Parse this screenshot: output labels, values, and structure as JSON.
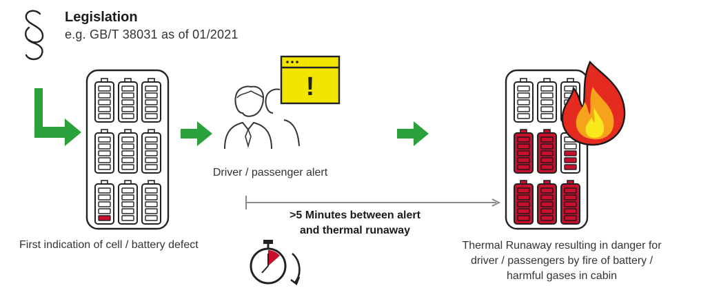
{
  "legislation": {
    "title": "Legislation",
    "subtitle": "e.g. GB/T 38031 as of 01/2021"
  },
  "captions": {
    "first_indication": "First indication of cell / battery defect",
    "driver_alert": "Driver / passenger alert",
    "thermal_runaway_line1": "Thermal Runaway resulting in danger for",
    "thermal_runaway_line2": "driver / passengers by fire of battery /",
    "thermal_runaway_line3": "harmful gases in cabin"
  },
  "timeline": {
    "line1": ">5 Minutes between alert",
    "line2": "and thermal runaway"
  },
  "alert_symbol": "!",
  "colors": {
    "green": "#2aa13b",
    "red": "#c8102e",
    "yellow": "#f2e600",
    "outline": "#222222",
    "timeline": "#8a8a8a"
  },
  "icons": {
    "legislation": "section-sign-icon",
    "start_arrow": "l-arrow-icon",
    "battery": "battery-pack-icon",
    "people": "people-icon",
    "alert": "alert-window-icon",
    "fire": "fire-icon",
    "timer": "stopwatch-icon"
  }
}
